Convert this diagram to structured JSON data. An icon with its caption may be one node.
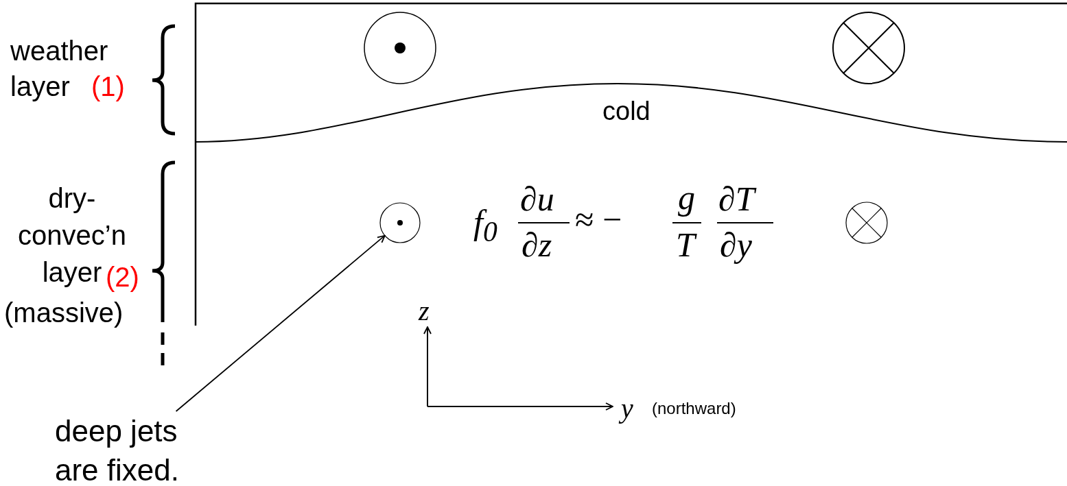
{
  "diagram": {
    "nodes": [
      {
        "text": [
          "deep jets are fixed."
        ]
      },
      {
        "text": [],
        "shape": "circle"
      }
    ],
    "edges": [
      {
        "from": 0,
        "to": 1,
        "arrow": "to"
      }
    ],
    "labels": [
      "weather layer",
      "(1)",
      "cold",
      "dry-convec’n layer",
      "(2)",
      "(massive)",
      "f$_{0}$",
      "∂u",
      "∂z",
      "≈ −",
      "g",
      "T",
      "∂T",
      "∂y",
      "z",
      "y",
      "(northward)"
    ]
  }
}
